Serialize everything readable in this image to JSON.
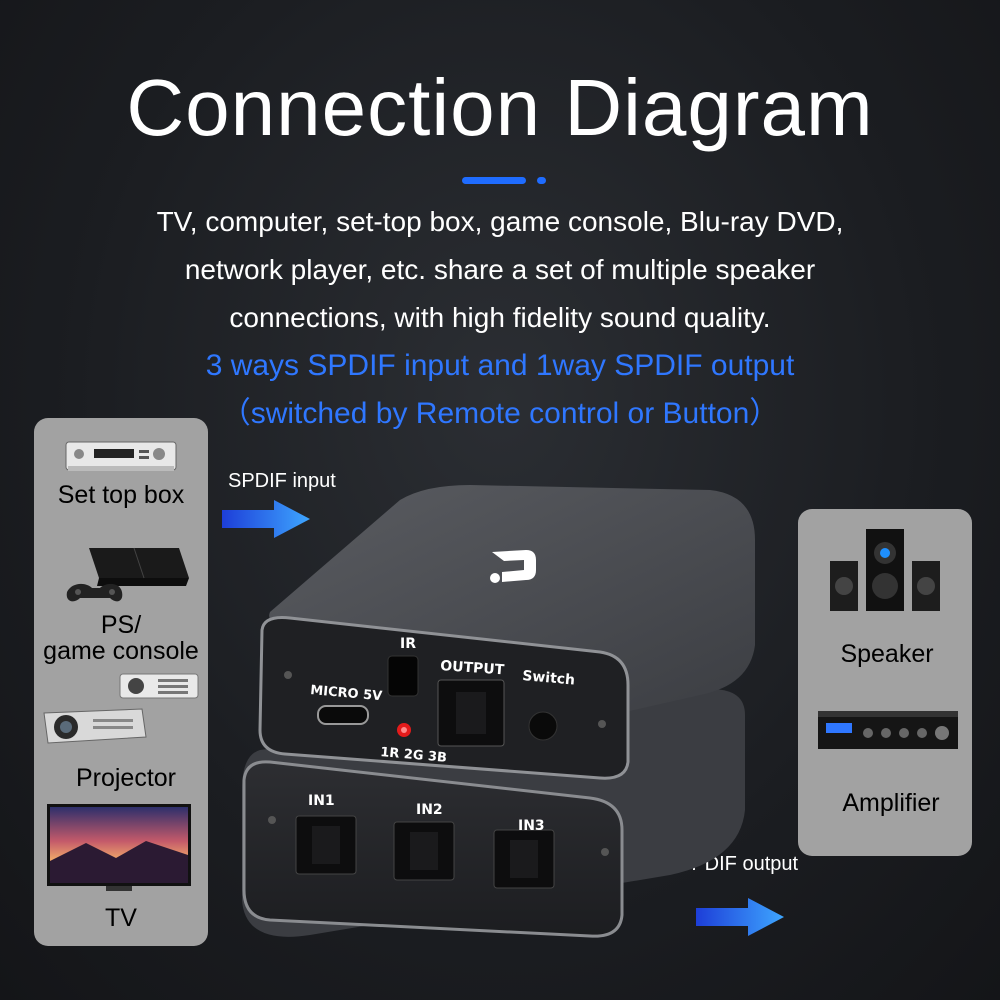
{
  "title": "Connection Diagram",
  "description": {
    "line1": "TV, computer, set-top box, game console, Blu-ray DVD,",
    "line2": "network player, etc. share a set of multiple speaker",
    "line3": "connections, with high fidelity sound quality.",
    "line4": "3 ways SPDIF input and 1way SPDIF output",
    "line5": "（switched by Remote control or Button）"
  },
  "accent_color": "#2f77ff",
  "inputs": {
    "set_top_box": "Set top box",
    "ps_line1": "PS/",
    "ps_line2": "game console",
    "projector": "Projector",
    "tv": "TV"
  },
  "outputs": {
    "speaker": "Speaker",
    "amplifier": "Amplifier"
  },
  "arrows": {
    "input_label": "SPDIF input",
    "output_label": "SPDIF output"
  },
  "device": {
    "ir": "IR",
    "micro": "MICRO 5V",
    "output": "OUTPUT",
    "switch": "Switch",
    "leds": "1R 2G 3B",
    "in1": "IN1",
    "in2": "IN2",
    "in3": "IN3"
  }
}
